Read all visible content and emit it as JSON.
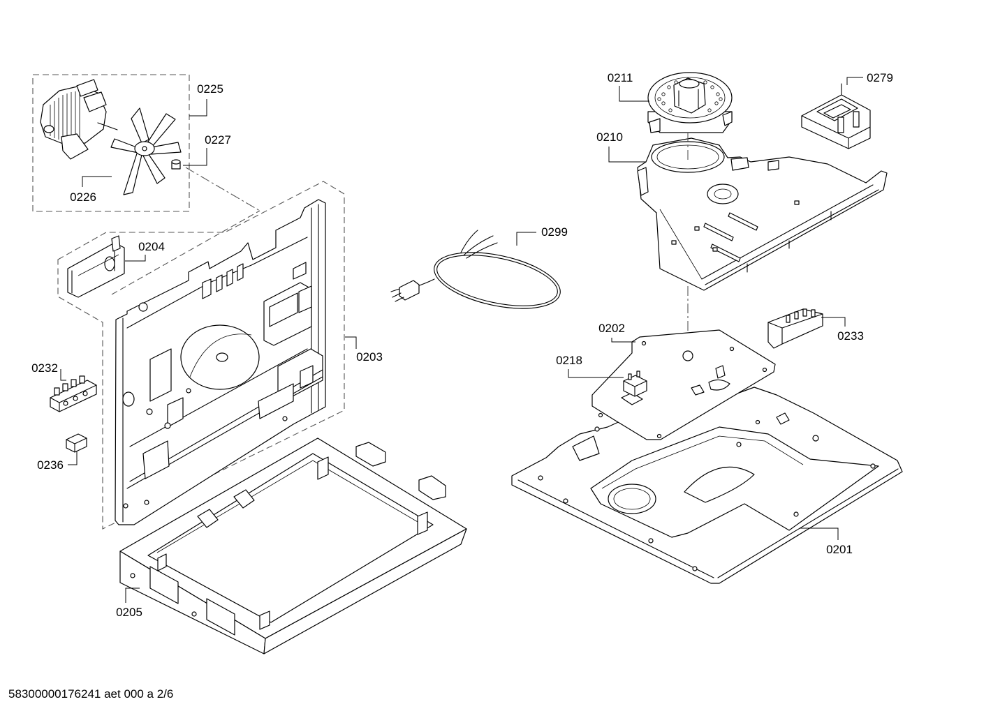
{
  "callouts": {
    "c0225": "0225",
    "c0227": "0227",
    "c0226": "0226",
    "c0204": "0204",
    "c0203": "0203",
    "c0232": "0232",
    "c0236": "0236",
    "c0205": "0205",
    "c0299": "0299",
    "c0211": "0211",
    "c0210": "0210",
    "c0279": "0279",
    "c0202": "0202",
    "c0218": "0218",
    "c0233": "0233",
    "c0201": "0201"
  },
  "footer": {
    "document_code": "58300000176241 aet 000 a 2/6"
  },
  "colors": {
    "background": "#ffffff",
    "line": "#000000",
    "dashed_outline": "#555555"
  }
}
